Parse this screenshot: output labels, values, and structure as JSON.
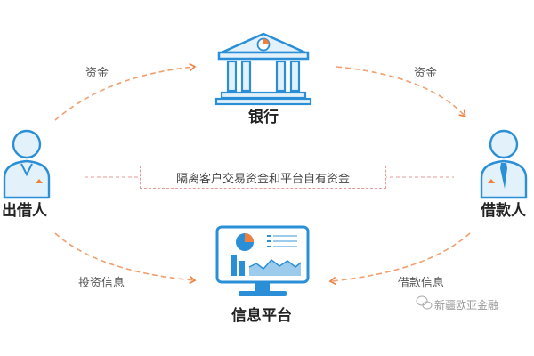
{
  "nodes": {
    "bank": "银行",
    "lender": "出借人",
    "borrower": "借款人",
    "platform": "信息平台"
  },
  "flows": {
    "lender_to_bank": "资金",
    "bank_to_borrower": "资金",
    "lender_to_platform": "投资信息",
    "borrower_to_platform": "借款信息"
  },
  "isolation_note": "隔离客户交易资金和平台自有资金",
  "watermark": "新疆欧亚金融",
  "colors": {
    "primary": "#2a8fd6",
    "light": "#e3f1fb",
    "accent": "#f07e3c",
    "dash": "#f0a070",
    "isolation_border": "#e79a9a"
  },
  "icons": {
    "bank": "bank-building-icon",
    "lender": "person-icon",
    "borrower": "person-with-tie-icon",
    "platform": "monitor-dashboard-icon",
    "watermark": "wechat-icon"
  }
}
